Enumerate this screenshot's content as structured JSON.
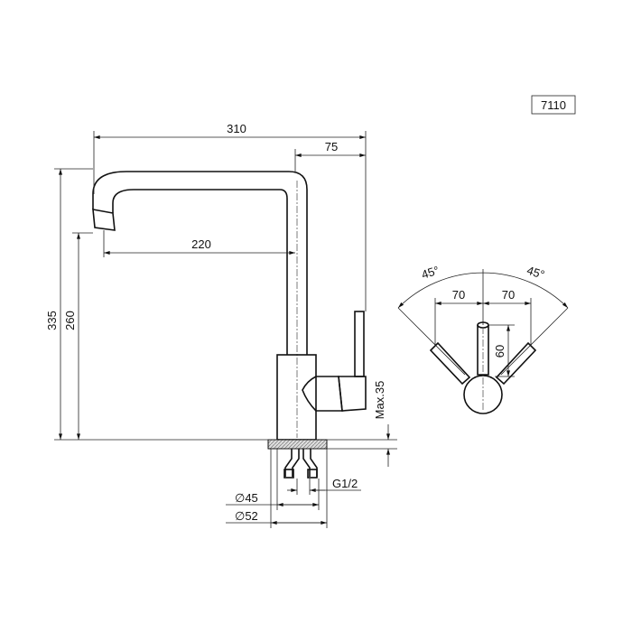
{
  "model_label": "7110",
  "dimensions": {
    "overall_length": "310",
    "spout_to_edge": "75",
    "spout_reach": "220",
    "total_height": "335",
    "spout_height": "260",
    "max_deck_thickness": "Max.35",
    "connection_thread": "G1/2",
    "hole_diameter": "∅45",
    "base_diameter": "∅52"
  },
  "top_view": {
    "angle_left": "45°",
    "angle_right": "45°",
    "offset_left": "70",
    "offset_right": "70",
    "lever_length": "60"
  }
}
